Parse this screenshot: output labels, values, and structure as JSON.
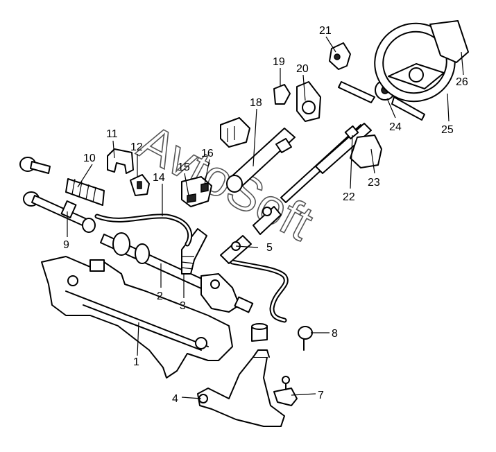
{
  "diagram": {
    "watermark": "AvtoSoft",
    "callouts": [
      "1",
      "2",
      "3",
      "4",
      "5",
      "7",
      "8",
      "9",
      "10",
      "11",
      "12",
      "14",
      "15",
      "16",
      "18",
      "19",
      "20",
      "21",
      "22",
      "23",
      "24",
      "25",
      "26"
    ]
  }
}
